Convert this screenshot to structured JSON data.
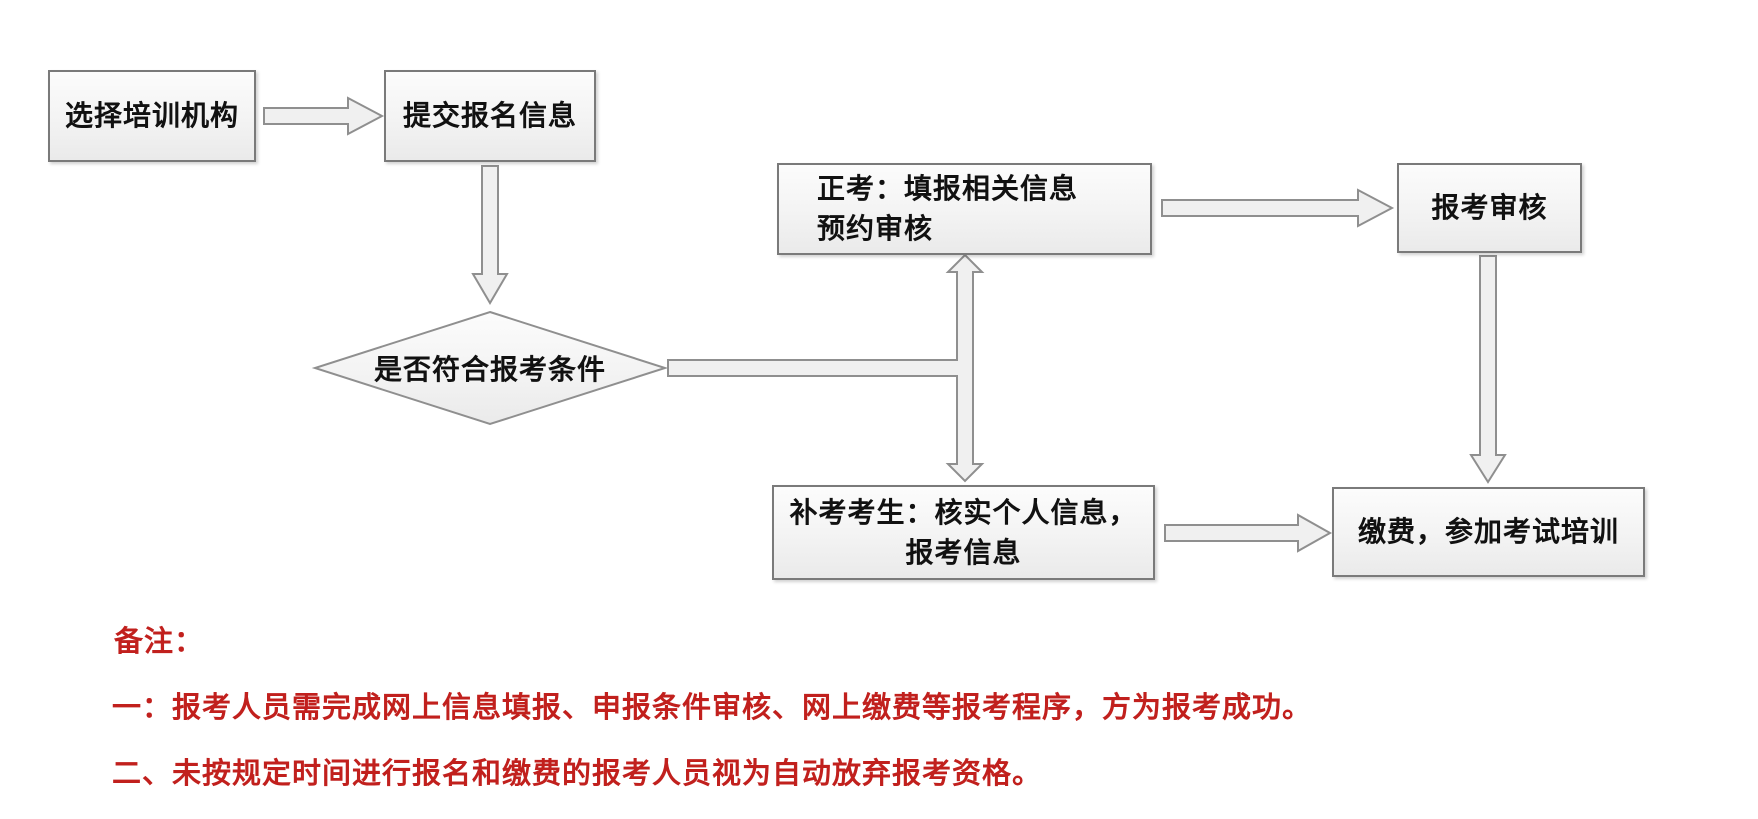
{
  "flowchart": {
    "nodes": [
      {
        "id": "select-training-org",
        "label": "选择培训机构"
      },
      {
        "id": "submit-registration",
        "label": "提交报名信息"
      },
      {
        "id": "decision-eligibility",
        "label": "是否符合报考条件"
      },
      {
        "id": "regular-exam",
        "lines": [
          "正考：填报相关信息",
          "预约审核"
        ]
      },
      {
        "id": "registration-review",
        "label": "报考审核"
      },
      {
        "id": "makeup-exam",
        "lines": [
          "补考考生：核实个人信息，",
          "报考信息"
        ]
      },
      {
        "id": "pay-and-train",
        "label": "缴费，参加考试培训"
      }
    ]
  },
  "notes": {
    "title": "备注：",
    "items": [
      "一：报考人员需完成网上信息填报、申报条件审核、网上缴费等报考程序，方为报考成功。",
      "二、未按规定时间进行报名和缴费的报考人员视为自动放弃报考资格。"
    ]
  },
  "colors": {
    "box_border": "#7a7a7a",
    "box_fill_top": "#fcfcfc",
    "box_fill_bottom": "#eaeaea",
    "arrow_fill": "#f0f0f0",
    "arrow_stroke": "#8f8f8f",
    "note_red": "#c1201d",
    "text_black": "#111111",
    "background": "#ffffff"
  }
}
